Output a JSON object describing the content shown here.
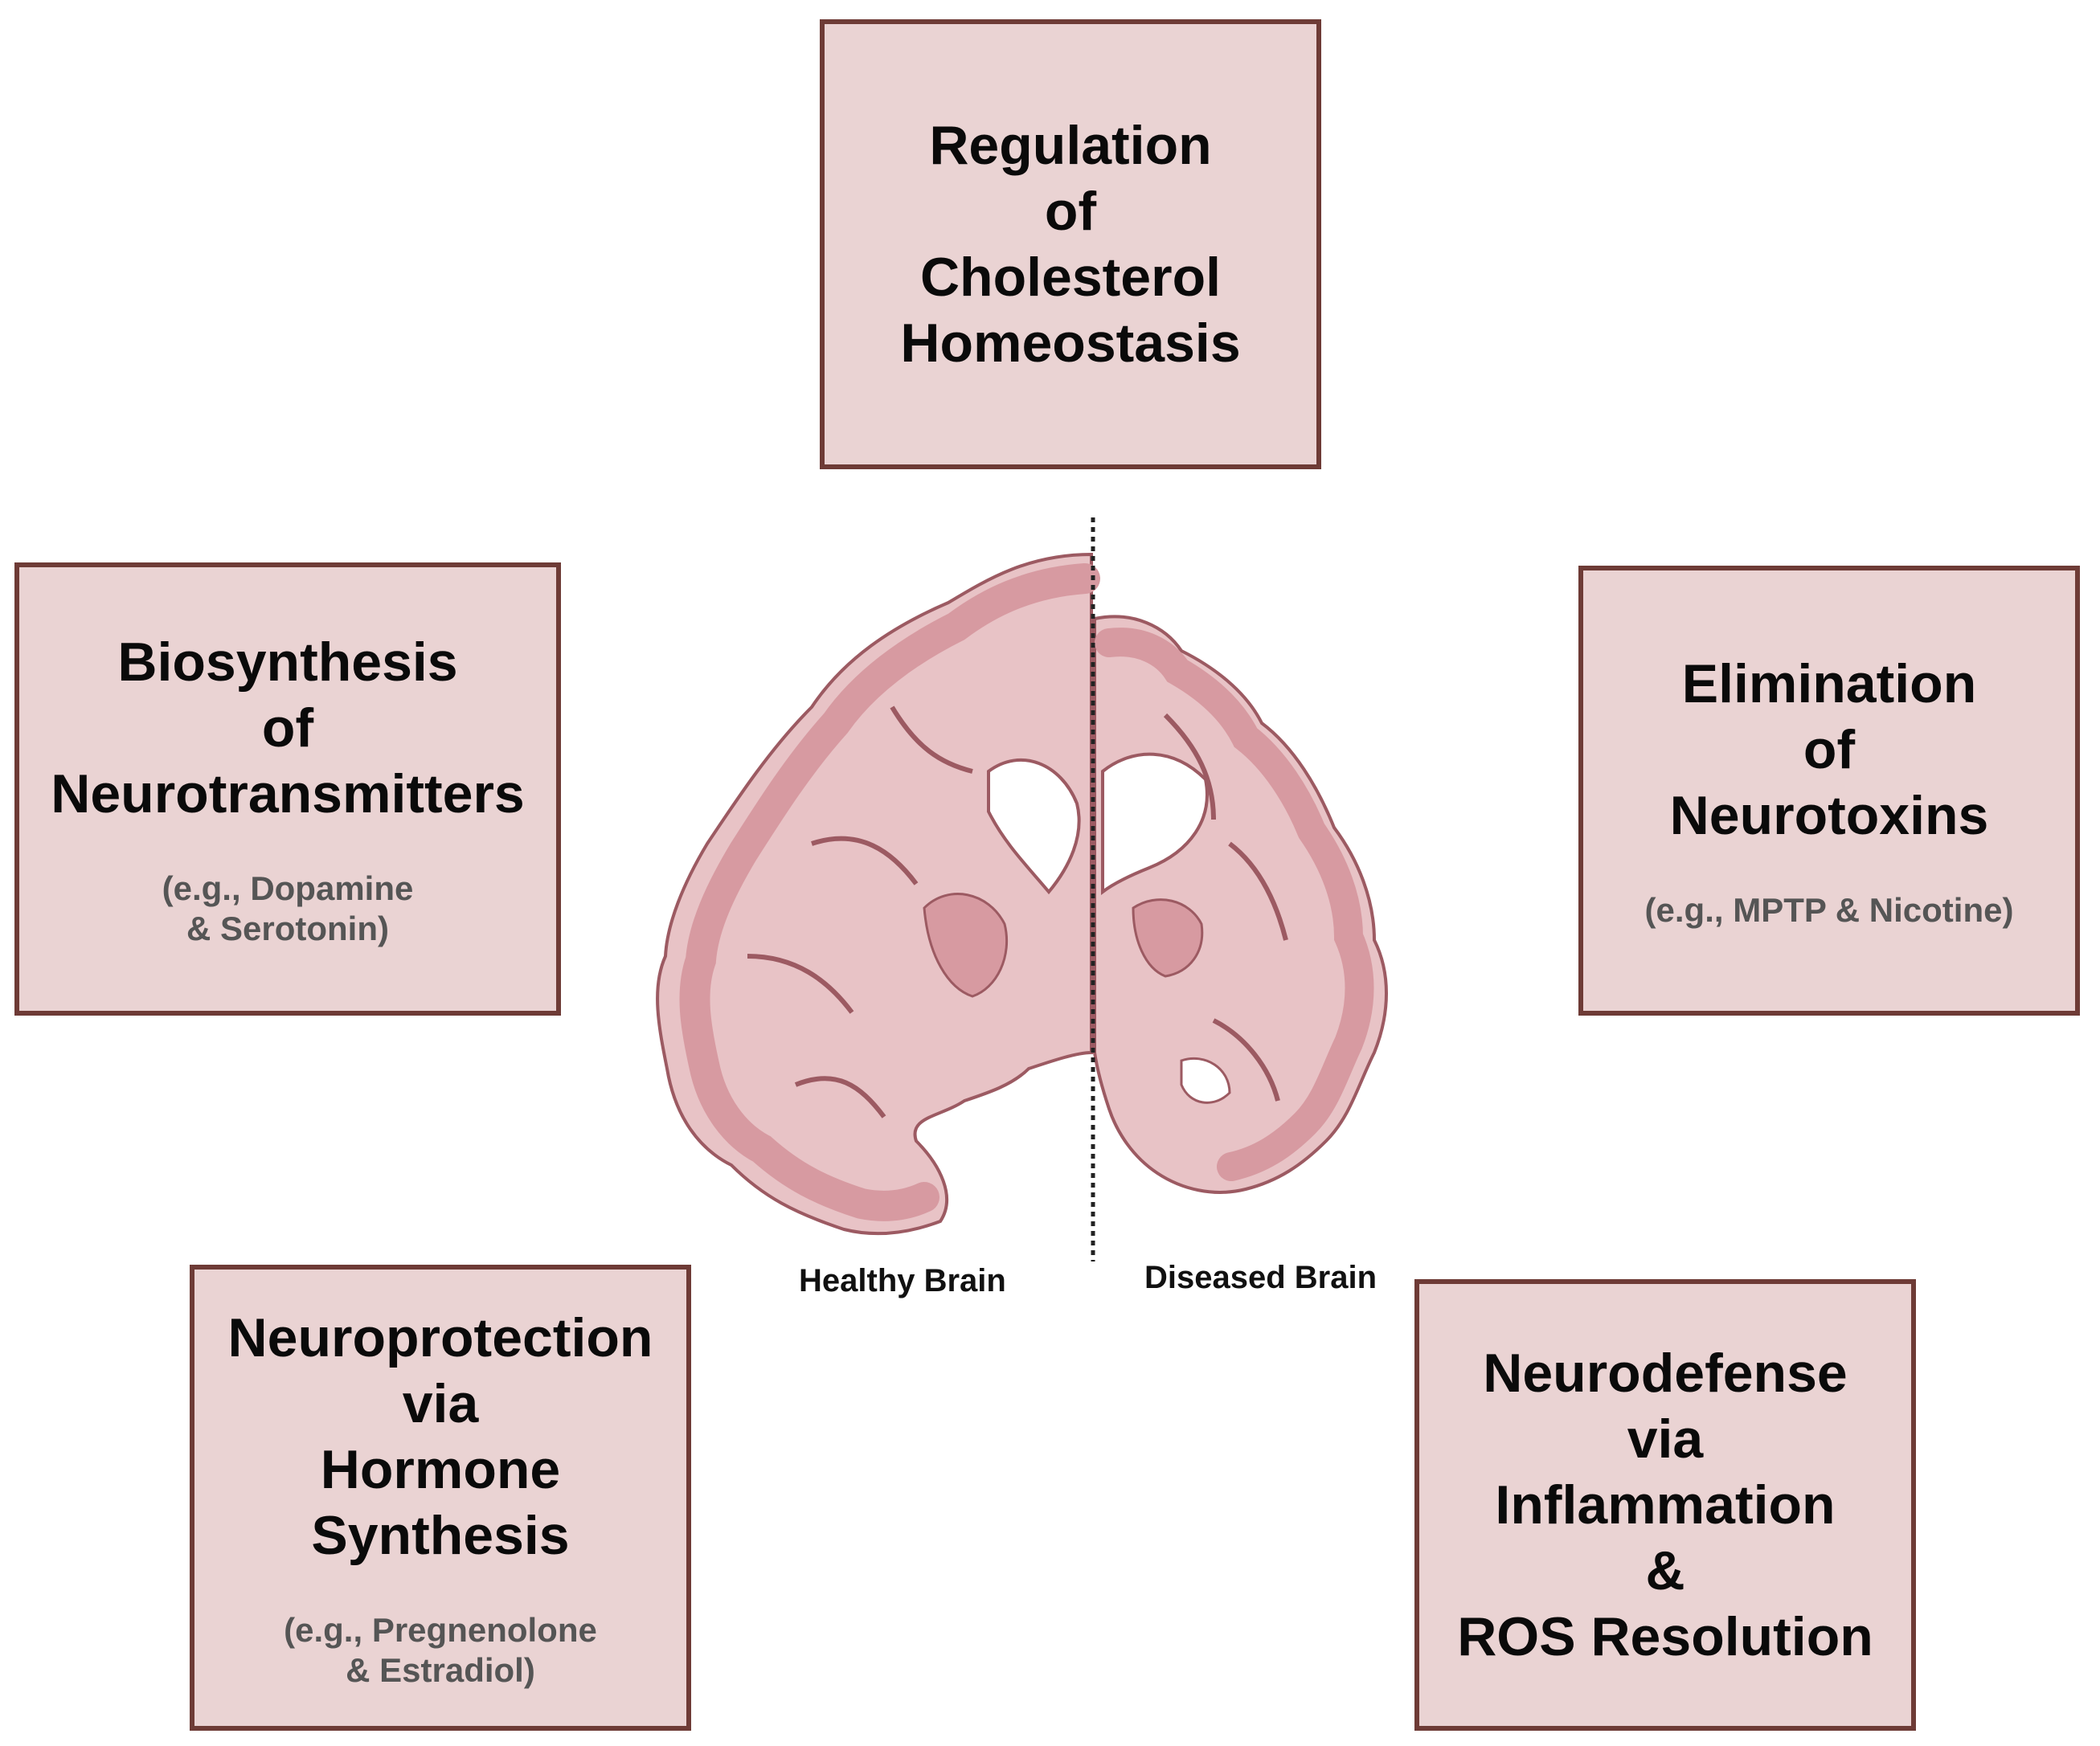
{
  "boxes": {
    "top": {
      "title": "Regulation\nof\nCholesterol\nHomeostasis"
    },
    "left": {
      "title": "Biosynthesis\nof\nNeurotransmitters",
      "subtitle": "(e.g., Dopamine\n& Serotonin)"
    },
    "right": {
      "title": "Elimination\nof\nNeurotoxins",
      "subtitle": "(e.g., MPTP & Nicotine)"
    },
    "bottom_left": {
      "title": "Neuroprotection\nvia\nHormone\nSynthesis",
      "subtitle": "(e.g., Pregnenolone\n& Estradiol)"
    },
    "bottom_right": {
      "title": "Neurodefense\nvia\nInflammation\n&\nROS Resolution"
    }
  },
  "brain": {
    "healthy_label": "Healthy Brain",
    "diseased_label": "Diseased Brain",
    "colors": {
      "tissue": "#e8c3c6",
      "cortex": "#d79aa1",
      "outline": "#9c5a62"
    }
  }
}
